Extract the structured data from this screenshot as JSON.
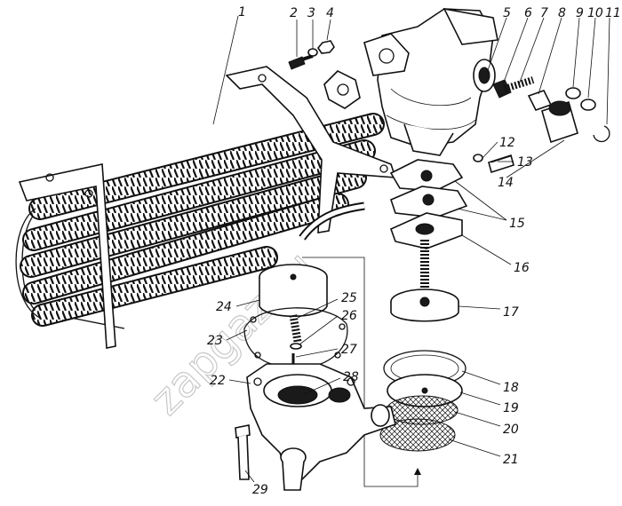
{
  "watermark": "zapgaz.ru",
  "callouts": [
    {
      "id": "1",
      "text": "1"
    },
    {
      "id": "2",
      "text": "2"
    },
    {
      "id": "3",
      "text": "3"
    },
    {
      "id": "4",
      "text": "4"
    },
    {
      "id": "5",
      "text": "5"
    },
    {
      "id": "6",
      "text": "6"
    },
    {
      "id": "7",
      "text": "7"
    },
    {
      "id": "8",
      "text": "8"
    },
    {
      "id": "9",
      "text": "9"
    },
    {
      "id": "10",
      "text": "10"
    },
    {
      "id": "11",
      "text": "11"
    },
    {
      "id": "12",
      "text": "12"
    },
    {
      "id": "13",
      "text": "13"
    },
    {
      "id": "14",
      "text": "14"
    },
    {
      "id": "15",
      "text": "15"
    },
    {
      "id": "16",
      "text": "16"
    },
    {
      "id": "17",
      "text": "17"
    },
    {
      "id": "18",
      "text": "18"
    },
    {
      "id": "19",
      "text": "19"
    },
    {
      "id": "20",
      "text": "20"
    },
    {
      "id": "21",
      "text": "21"
    },
    {
      "id": "22",
      "text": "22"
    },
    {
      "id": "23",
      "text": "23"
    },
    {
      "id": "24",
      "text": "24"
    },
    {
      "id": "25",
      "text": "25"
    },
    {
      "id": "26",
      "text": "26"
    },
    {
      "id": "27",
      "text": "27"
    },
    {
      "id": "28",
      "text": "28"
    },
    {
      "id": "29",
      "text": "29"
    }
  ]
}
